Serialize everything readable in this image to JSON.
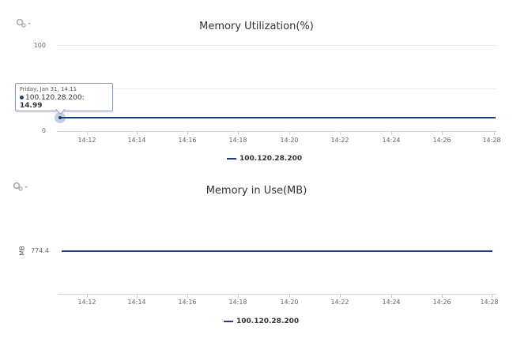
{
  "chart_data": [
    {
      "type": "line",
      "title": "Memory Utilization(%)",
      "xlabel": "",
      "ylabel": "",
      "ylim": [
        0,
        100
      ],
      "yticks": [
        "0",
        "100"
      ],
      "x": [
        "14:11",
        "14:28"
      ],
      "xticks": [
        "14:12",
        "14:14",
        "14:16",
        "14:18",
        "14:20",
        "14:22",
        "14:24",
        "14:26",
        "14:28"
      ],
      "series": [
        {
          "name": "100.120.28.200",
          "values": [
            14.99,
            14.99
          ],
          "color": "#1f3f7a"
        }
      ],
      "grid": true,
      "legend_position": "bottom",
      "tooltip": {
        "date": "Friday, Jan 31, 14:11",
        "series": "100.120.28.200",
        "value": "14.99"
      }
    },
    {
      "type": "line",
      "title": "Memory in Use(MB)",
      "xlabel": "",
      "ylabel": "MB",
      "yticks": [
        "774.4"
      ],
      "x": [
        "14:11",
        "14:28"
      ],
      "xticks": [
        "14:12",
        "14:14",
        "14:16",
        "14:18",
        "14:20",
        "14:22",
        "14:24",
        "14:26",
        "14:28"
      ],
      "series": [
        {
          "name": "100.120.28.200",
          "values": [
            774.4,
            774.4
          ],
          "color": "#1f3f7a"
        }
      ],
      "grid": false,
      "legend_position": "bottom"
    }
  ],
  "charts": {
    "util": {
      "title": "Memory Utilization(%)",
      "y_top": "100",
      "y_bottom": "0",
      "xticks": [
        "14:12",
        "14:14",
        "14:16",
        "14:18",
        "14:20",
        "14:22",
        "14:24",
        "14:26",
        "14:28"
      ],
      "legend": "100.120.28.200",
      "tooltip": {
        "date": "Friday, Jan 31, 14:11",
        "series": "100.120.28.200:",
        "value": "14.99"
      }
    },
    "mem": {
      "title": "Memory in Use(MB)",
      "unit": "MB",
      "y_value": "774.4",
      "xticks": [
        "14:12",
        "14:14",
        "14:16",
        "14:18",
        "14:20",
        "14:22",
        "14:24",
        "14:26",
        "14:28"
      ],
      "legend": "100.120.28.200"
    }
  }
}
